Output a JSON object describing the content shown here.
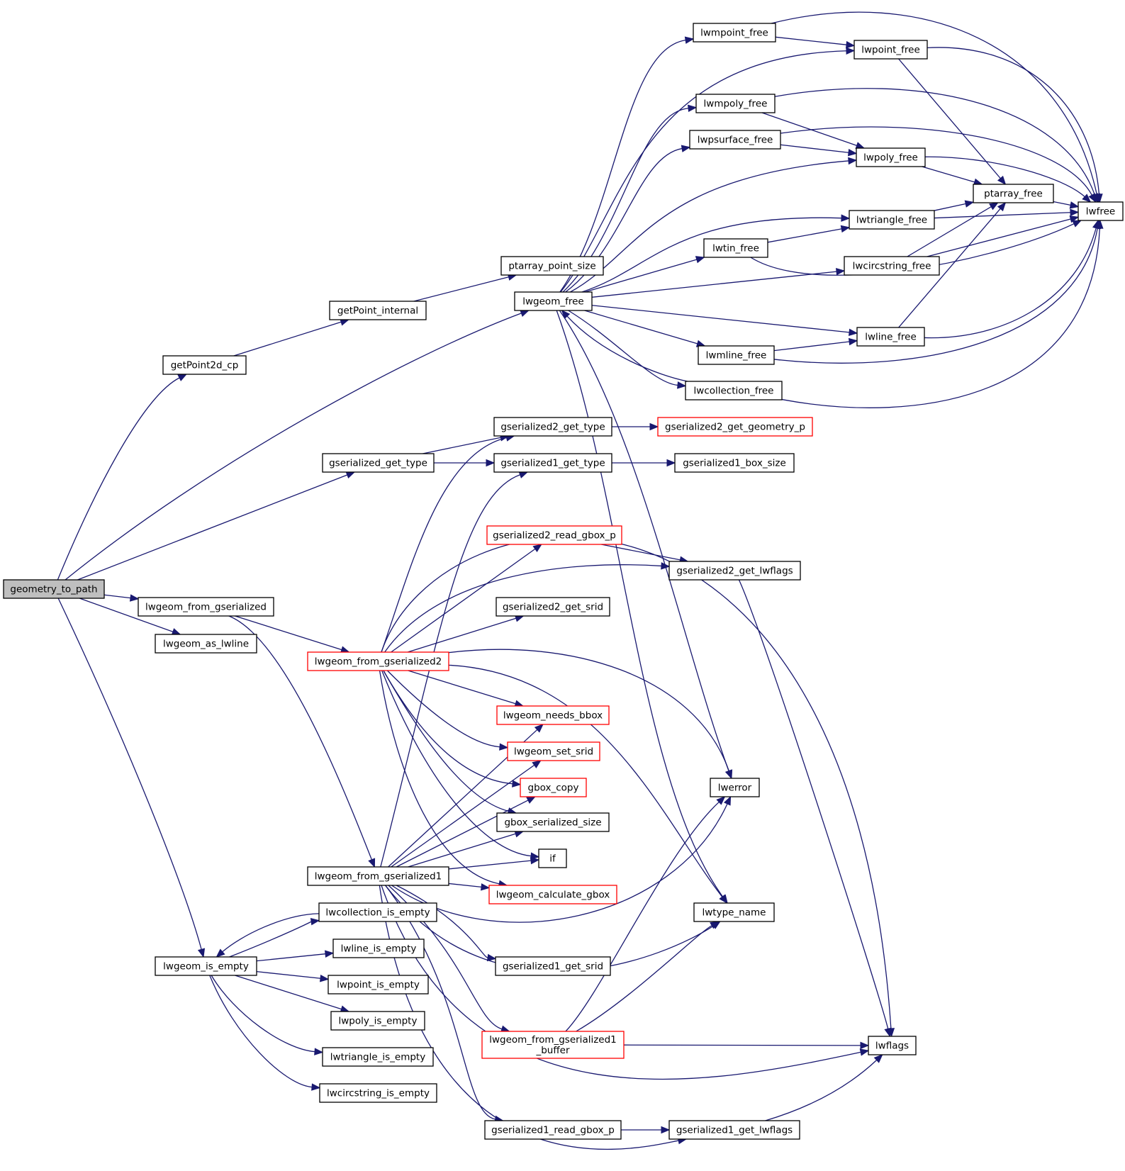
{
  "diagram": {
    "nodes": [
      {
        "id": "geometry_to_path",
        "lines": [
          "geometry_to_path"
        ],
        "style": "root"
      },
      {
        "id": "getPoint2d_cp",
        "lines": [
          "getPoint2d_cp"
        ],
        "style": "normal"
      },
      {
        "id": "getPoint_internal",
        "lines": [
          "getPoint_internal"
        ],
        "style": "normal"
      },
      {
        "id": "ptarray_point_size",
        "lines": [
          "ptarray_point_size"
        ],
        "style": "normal"
      },
      {
        "id": "lwgeom_free",
        "lines": [
          "lwgeom_free"
        ],
        "style": "normal"
      },
      {
        "id": "lwmpoint_free",
        "lines": [
          "lwmpoint_free"
        ],
        "style": "normal"
      },
      {
        "id": "lwpoint_free",
        "lines": [
          "lwpoint_free"
        ],
        "style": "normal"
      },
      {
        "id": "lwmpoly_free",
        "lines": [
          "lwmpoly_free"
        ],
        "style": "normal"
      },
      {
        "id": "lwpsurface_free",
        "lines": [
          "lwpsurface_free"
        ],
        "style": "normal"
      },
      {
        "id": "lwpoly_free",
        "lines": [
          "lwpoly_free"
        ],
        "style": "normal"
      },
      {
        "id": "ptarray_free",
        "lines": [
          "ptarray_free"
        ],
        "style": "normal"
      },
      {
        "id": "lwfree",
        "lines": [
          "lwfree"
        ],
        "style": "normal"
      },
      {
        "id": "lwtriangle_free",
        "lines": [
          "lwtriangle_free"
        ],
        "style": "normal"
      },
      {
        "id": "lwtin_free",
        "lines": [
          "lwtin_free"
        ],
        "style": "normal"
      },
      {
        "id": "lwcircstring_free",
        "lines": [
          "lwcircstring_free"
        ],
        "style": "normal"
      },
      {
        "id": "lwline_free",
        "lines": [
          "lwline_free"
        ],
        "style": "normal"
      },
      {
        "id": "lwmline_free",
        "lines": [
          "lwmline_free"
        ],
        "style": "normal"
      },
      {
        "id": "lwcollection_free",
        "lines": [
          "lwcollection_free"
        ],
        "style": "normal"
      },
      {
        "id": "gserialized2_get_type",
        "lines": [
          "gserialized2_get_type"
        ],
        "style": "normal"
      },
      {
        "id": "gserialized2_get_geometry_p",
        "lines": [
          "gserialized2_get_geometry_p"
        ],
        "style": "red"
      },
      {
        "id": "gserialized_get_type",
        "lines": [
          "gserialized_get_type"
        ],
        "style": "normal"
      },
      {
        "id": "gserialized1_get_type",
        "lines": [
          "gserialized1_get_type"
        ],
        "style": "normal"
      },
      {
        "id": "gserialized1_box_size",
        "lines": [
          "gserialized1_box_size"
        ],
        "style": "normal"
      },
      {
        "id": "gserialized2_read_gbox_p",
        "lines": [
          "gserialized2_read_gbox_p"
        ],
        "style": "red"
      },
      {
        "id": "gserialized2_get_lwflags",
        "lines": [
          "gserialized2_get_lwflags"
        ],
        "style": "normal"
      },
      {
        "id": "gserialized2_get_srid",
        "lines": [
          "gserialized2_get_srid"
        ],
        "style": "normal"
      },
      {
        "id": "lwgeom_from_gserialized",
        "lines": [
          "lwgeom_from_gserialized"
        ],
        "style": "normal"
      },
      {
        "id": "lwgeom_as_lwline",
        "lines": [
          "lwgeom_as_lwline"
        ],
        "style": "normal"
      },
      {
        "id": "lwgeom_from_gserialized2",
        "lines": [
          "lwgeom_from_gserialized2"
        ],
        "style": "red"
      },
      {
        "id": "lwgeom_needs_bbox",
        "lines": [
          "lwgeom_needs_bbox"
        ],
        "style": "red"
      },
      {
        "id": "lwgeom_set_srid",
        "lines": [
          "lwgeom_set_srid"
        ],
        "style": "red"
      },
      {
        "id": "gbox_copy",
        "lines": [
          "gbox_copy"
        ],
        "style": "red"
      },
      {
        "id": "lwerror",
        "lines": [
          "lwerror"
        ],
        "style": "normal"
      },
      {
        "id": "gbox_serialized_size",
        "lines": [
          "gbox_serialized_size"
        ],
        "style": "normal"
      },
      {
        "id": "if",
        "lines": [
          "if"
        ],
        "style": "normal"
      },
      {
        "id": "lwgeom_from_gserialized1",
        "lines": [
          "lwgeom_from_gserialized1"
        ],
        "style": "normal"
      },
      {
        "id": "lwgeom_calculate_gbox",
        "lines": [
          "lwgeom_calculate_gbox"
        ],
        "style": "red"
      },
      {
        "id": "lwcollection_is_empty",
        "lines": [
          "lwcollection_is_empty"
        ],
        "style": "normal"
      },
      {
        "id": "lwtype_name",
        "lines": [
          "lwtype_name"
        ],
        "style": "normal"
      },
      {
        "id": "lwline_is_empty",
        "lines": [
          "lwline_is_empty"
        ],
        "style": "normal"
      },
      {
        "id": "lwgeom_is_empty",
        "lines": [
          "lwgeom_is_empty"
        ],
        "style": "normal"
      },
      {
        "id": "gserialized1_get_srid",
        "lines": [
          "gserialized1_get_srid"
        ],
        "style": "normal"
      },
      {
        "id": "lwpoint_is_empty",
        "lines": [
          "lwpoint_is_empty"
        ],
        "style": "normal"
      },
      {
        "id": "lwpoly_is_empty",
        "lines": [
          "lwpoly_is_empty"
        ],
        "style": "normal"
      },
      {
        "id": "lwgeom_from_gserialized1_buffer",
        "lines": [
          "lwgeom_from_gserialized1",
          "_buffer"
        ],
        "style": "red"
      },
      {
        "id": "lwflags",
        "lines": [
          "lwflags"
        ],
        "style": "normal"
      },
      {
        "id": "lwtriangle_is_empty",
        "lines": [
          "lwtriangle_is_empty"
        ],
        "style": "normal"
      },
      {
        "id": "lwcircstring_is_empty",
        "lines": [
          "lwcircstring_is_empty"
        ],
        "style": "normal"
      },
      {
        "id": "gserialized1_read_gbox_p",
        "lines": [
          "gserialized1_read_gbox_p"
        ],
        "style": "normal"
      },
      {
        "id": "gserialized1_get_lwflags",
        "lines": [
          "gserialized1_get_lwflags"
        ],
        "style": "normal"
      }
    ],
    "edges": [
      [
        "geometry_to_path",
        "getPoint2d_cp"
      ],
      [
        "geometry_to_path",
        "lwgeom_free"
      ],
      [
        "geometry_to_path",
        "gserialized_get_type"
      ],
      [
        "geometry_to_path",
        "lwgeom_from_gserialized"
      ],
      [
        "geometry_to_path",
        "lwgeom_as_lwline"
      ],
      [
        "geometry_to_path",
        "lwgeom_is_empty"
      ],
      [
        "getPoint2d_cp",
        "getPoint_internal"
      ],
      [
        "getPoint_internal",
        "ptarray_point_size"
      ],
      [
        "lwgeom_free",
        "lwmpoint_free"
      ],
      [
        "lwgeom_free",
        "lwpoint_free"
      ],
      [
        "lwgeom_free",
        "lwmpoly_free"
      ],
      [
        "lwgeom_free",
        "lwpsurface_free"
      ],
      [
        "lwgeom_free",
        "lwpoly_free"
      ],
      [
        "lwgeom_free",
        "lwtriangle_free"
      ],
      [
        "lwgeom_free",
        "lwtin_free"
      ],
      [
        "lwgeom_free",
        "lwcircstring_free"
      ],
      [
        "lwgeom_free",
        "lwline_free"
      ],
      [
        "lwgeom_free",
        "lwmline_free"
      ],
      [
        "lwgeom_free",
        "lwcollection_free"
      ],
      [
        "lwgeom_free",
        "lwerror"
      ],
      [
        "lwgeom_free",
        "lwtype_name"
      ],
      [
        "lwmpoint_free",
        "lwpoint_free"
      ],
      [
        "lwmpoint_free",
        "lwfree"
      ],
      [
        "lwpoint_free",
        "ptarray_free"
      ],
      [
        "lwpoint_free",
        "lwfree"
      ],
      [
        "lwmpoly_free",
        "lwpoly_free"
      ],
      [
        "lwmpoly_free",
        "lwfree"
      ],
      [
        "lwpsurface_free",
        "lwpoly_free"
      ],
      [
        "lwpsurface_free",
        "lwfree"
      ],
      [
        "lwpoly_free",
        "ptarray_free"
      ],
      [
        "lwpoly_free",
        "lwfree"
      ],
      [
        "ptarray_free",
        "lwfree"
      ],
      [
        "lwtriangle_free",
        "ptarray_free"
      ],
      [
        "lwtriangle_free",
        "lwfree"
      ],
      [
        "lwtin_free",
        "lwtriangle_free"
      ],
      [
        "lwtin_free",
        "lwfree"
      ],
      [
        "lwcircstring_free",
        "ptarray_free"
      ],
      [
        "lwcircstring_free",
        "lwfree"
      ],
      [
        "lwline_free",
        "ptarray_free"
      ],
      [
        "lwline_free",
        "lwfree"
      ],
      [
        "lwmline_free",
        "lwline_free"
      ],
      [
        "lwmline_free",
        "lwfree"
      ],
      [
        "lwcollection_free",
        "lwgeom_free"
      ],
      [
        "lwcollection_free",
        "lwfree"
      ],
      [
        "gserialized_get_type",
        "gserialized2_get_type"
      ],
      [
        "gserialized_get_type",
        "gserialized1_get_type"
      ],
      [
        "gserialized2_get_type",
        "gserialized2_get_geometry_p"
      ],
      [
        "gserialized1_get_type",
        "gserialized1_box_size"
      ],
      [
        "gserialized2_read_gbox_p",
        "gserialized2_get_lwflags"
      ],
      [
        "gserialized2_get_lwflags",
        "lwflags"
      ],
      [
        "lwgeom_from_gserialized",
        "lwgeom_from_gserialized2"
      ],
      [
        "lwgeom_from_gserialized",
        "lwgeom_from_gserialized1"
      ],
      [
        "lwgeom_from_gserialized2",
        "gserialized2_get_type"
      ],
      [
        "lwgeom_from_gserialized2",
        "gserialized2_read_gbox_p"
      ],
      [
        "lwgeom_from_gserialized2",
        "gserialized2_get_lwflags"
      ],
      [
        "lwgeom_from_gserialized2",
        "gserialized2_get_srid"
      ],
      [
        "lwgeom_from_gserialized2",
        "lwflags"
      ],
      [
        "lwgeom_from_gserialized2",
        "lwgeom_needs_bbox"
      ],
      [
        "lwgeom_from_gserialized2",
        "lwgeom_set_srid"
      ],
      [
        "lwgeom_from_gserialized2",
        "gbox_copy"
      ],
      [
        "lwgeom_from_gserialized2",
        "gbox_serialized_size"
      ],
      [
        "lwgeom_from_gserialized2",
        "if"
      ],
      [
        "lwgeom_from_gserialized2",
        "lwgeom_calculate_gbox"
      ],
      [
        "lwgeom_from_gserialized2",
        "lwerror"
      ],
      [
        "lwgeom_from_gserialized2",
        "lwtype_name"
      ],
      [
        "lwgeom_from_gserialized1",
        "gserialized1_get_type"
      ],
      [
        "lwgeom_from_gserialized1",
        "lwgeom_needs_bbox"
      ],
      [
        "lwgeom_from_gserialized1",
        "lwgeom_set_srid"
      ],
      [
        "lwgeom_from_gserialized1",
        "gbox_copy"
      ],
      [
        "lwgeom_from_gserialized1",
        "gbox_serialized_size"
      ],
      [
        "lwgeom_from_gserialized1",
        "if"
      ],
      [
        "lwgeom_from_gserialized1",
        "lwgeom_calculate_gbox"
      ],
      [
        "lwgeom_from_gserialized1",
        "lwerror"
      ],
      [
        "lwgeom_from_gserialized1",
        "lwtype_name"
      ],
      [
        "lwgeom_from_gserialized1",
        "gserialized1_get_srid"
      ],
      [
        "lwgeom_from_gserialized1",
        "lwgeom_from_gserialized1_buffer"
      ],
      [
        "lwgeom_from_gserialized1",
        "lwflags"
      ],
      [
        "lwgeom_from_gserialized1",
        "gserialized1_read_gbox_p"
      ],
      [
        "lwgeom_from_gserialized1",
        "gserialized1_get_lwflags"
      ],
      [
        "lwgeom_from_gserialized1_buffer",
        "lwflags"
      ],
      [
        "lwgeom_from_gserialized1_buffer",
        "lwerror"
      ],
      [
        "lwgeom_from_gserialized1_buffer",
        "lwtype_name"
      ],
      [
        "gserialized1_read_gbox_p",
        "gserialized1_get_lwflags"
      ],
      [
        "gserialized1_get_lwflags",
        "lwflags"
      ],
      [
        "lwgeom_is_empty",
        "lwcollection_is_empty"
      ],
      [
        "lwgeom_is_empty",
        "lwline_is_empty"
      ],
      [
        "lwgeom_is_empty",
        "lwpoint_is_empty"
      ],
      [
        "lwgeom_is_empty",
        "lwpoly_is_empty"
      ],
      [
        "lwgeom_is_empty",
        "lwtriangle_is_empty"
      ],
      [
        "lwgeom_is_empty",
        "lwcircstring_is_empty"
      ],
      [
        "lwcollection_is_empty",
        "lwgeom_is_empty"
      ]
    ]
  }
}
